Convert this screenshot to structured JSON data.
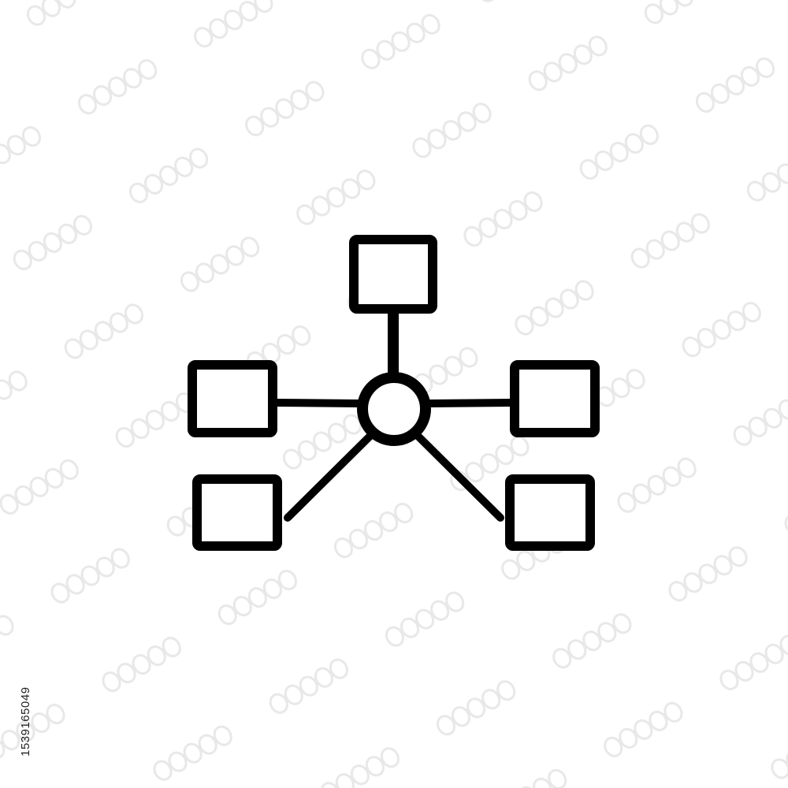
{
  "image": {
    "background_color": "#ffffff",
    "stroke_color": "#000000",
    "watermark_color": "#e6e6e6",
    "stock_id_text": "1539165049",
    "watermark_glyph": "stock-logo-tile"
  },
  "icon": {
    "name": "hub-network-icon",
    "hub": "circle",
    "nodes": [
      "top",
      "left",
      "right",
      "bottom-left",
      "bottom-right"
    ]
  }
}
